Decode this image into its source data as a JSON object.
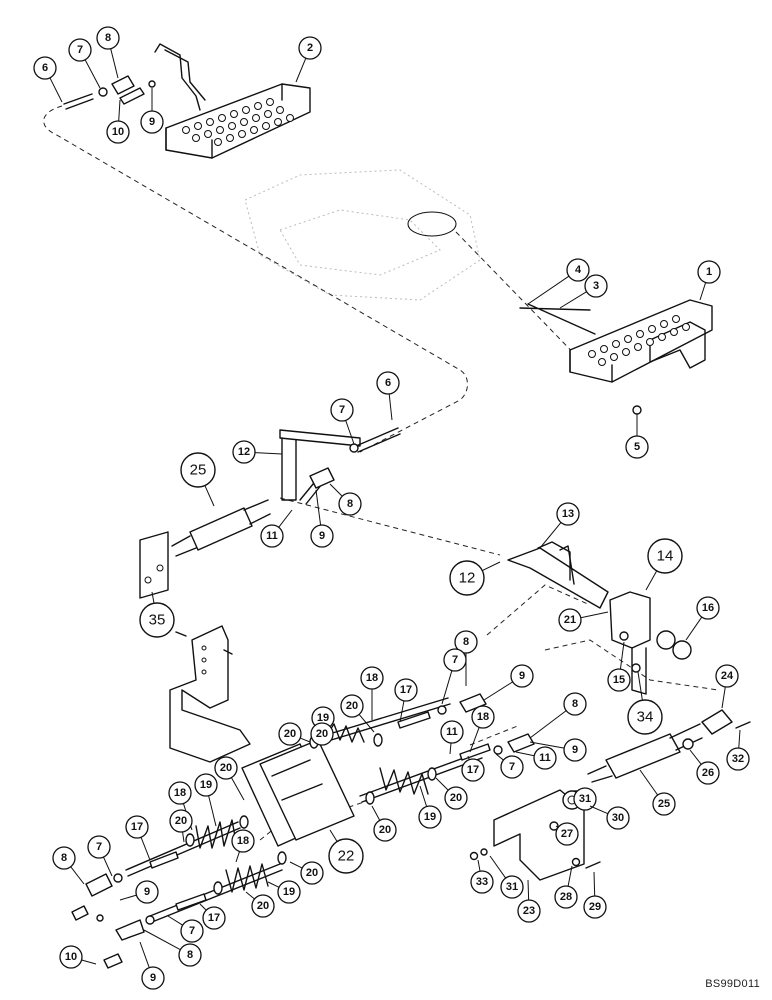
{
  "figure": {
    "code": "BS99D011",
    "callouts": [
      "6",
      "7",
      "8",
      "10",
      "9",
      "2",
      "4",
      "3",
      "1",
      "5",
      "7",
      "6",
      "12",
      "25",
      "8",
      "11",
      "9",
      "35",
      "13",
      "12",
      "14",
      "21",
      "16",
      "15",
      "34",
      "8",
      "7",
      "18",
      "17",
      "20",
      "19",
      "20",
      "9",
      "8",
      "18",
      "11",
      "9",
      "11",
      "7",
      "17",
      "24",
      "32",
      "26",
      "25",
      "31",
      "30",
      "27",
      "20",
      "19",
      "20",
      "20",
      "22",
      "20",
      "19",
      "18",
      "20",
      "17",
      "7",
      "8",
      "18",
      "9",
      "20",
      "19",
      "20",
      "17",
      "7",
      "10",
      "8",
      "9",
      "33",
      "31",
      "23",
      "28",
      "29"
    ]
  }
}
